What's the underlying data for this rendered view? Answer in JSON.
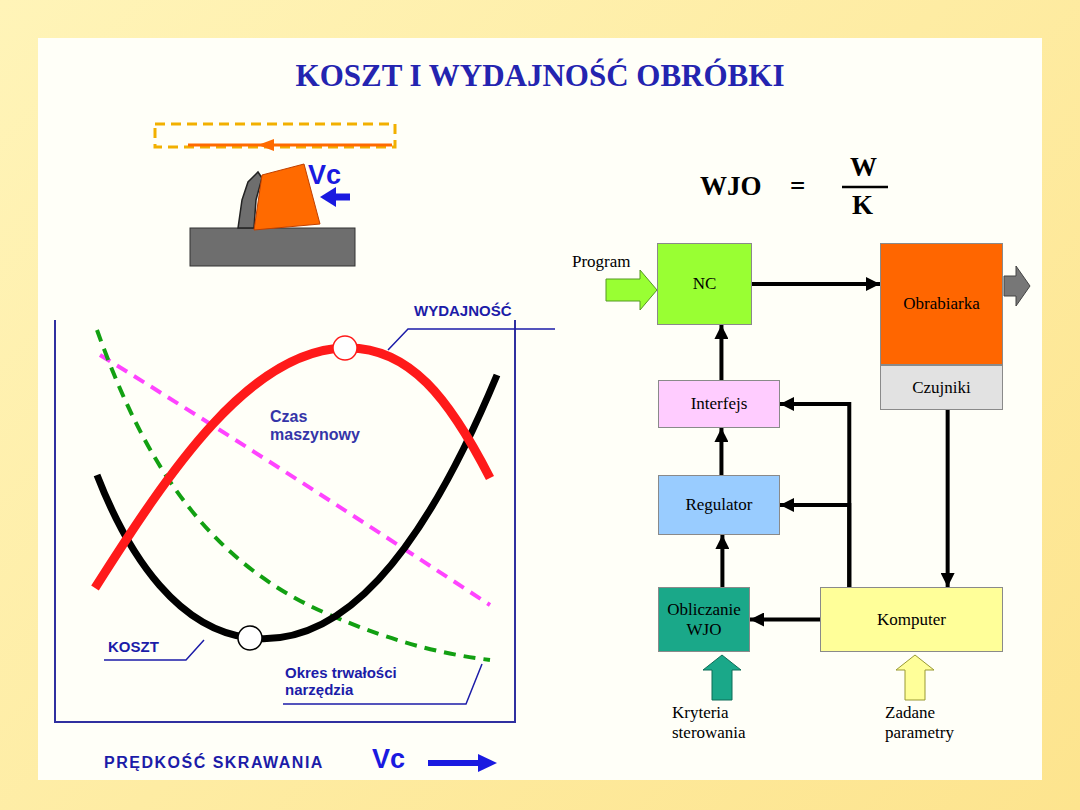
{
  "diagram": {
    "title": "KOSZT I WYDAJNOŚĆ OBRÓBKI",
    "nodes": [
      {
        "text": [
          "NC"
        ]
      },
      {
        "text": [
          "Obrabiarka"
        ]
      },
      {
        "text": [
          "Czujniki"
        ]
      },
      {
        "text": [
          "Interfejs"
        ]
      },
      {
        "text": [
          "Regulator"
        ]
      },
      {
        "text": [
          "Obliczanie WJO"
        ]
      },
      {
        "text": [
          "Komputer"
        ]
      }
    ],
    "edges": [
      {
        "from": 0,
        "to": 1,
        "arrow": "to"
      },
      {
        "from": 2,
        "to": 6,
        "arrow": "to"
      },
      {
        "from": 6,
        "to": 5,
        "arrow": "to"
      },
      {
        "from": 5,
        "to": 4,
        "arrow": "to"
      },
      {
        "from": 4,
        "to": 3,
        "arrow": "to"
      },
      {
        "from": 3,
        "to": 0,
        "arrow": "to"
      },
      {
        "from": 6,
        "to": 4,
        "arrow": "to"
      },
      {
        "from": 6,
        "to": 3,
        "arrow": "to"
      }
    ],
    "labels": [
      "Vc",
      "WYDAJNOŚĆ",
      "Czas maszynowy",
      "KOSZT",
      "Okres trwałości narzędzia",
      "PRĘDKOŚĆ SKRAWANIA",
      "Vc",
      "WJO",
      "=",
      "W",
      "K",
      "Program",
      "Kryteria sterowania",
      "Zadane parametry"
    ]
  }
}
